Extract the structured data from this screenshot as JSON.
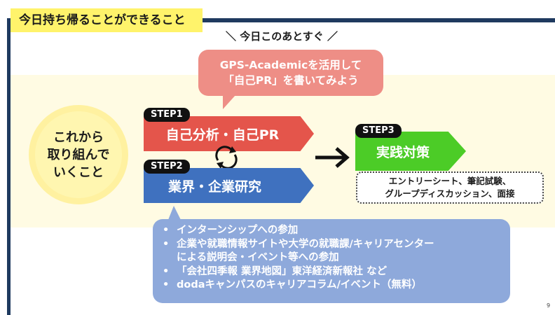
{
  "header": {
    "title": "今日持ち帰ることができること"
  },
  "subtitle": "＼ 今日このあとすぐ ／",
  "speech_bubble": "GPS-Academicを活用して\n「自己PR」を書いてみよう",
  "circle_text": "これから\n取り組んで\nいくこと",
  "steps": [
    {
      "label": "STEP1",
      "title": "自己分析・自己PR",
      "color": "#e4554b"
    },
    {
      "label": "STEP2",
      "title": "業界・企業研究",
      "color": "#3f71bf"
    },
    {
      "label": "STEP3",
      "title": "実践対策",
      "color": "#4ccc27"
    }
  ],
  "step3_detail": "エントリーシート、筆記試験、\nグループディスカッション、面接",
  "bullets": [
    "インターンシップへの参加",
    "企業や就職情報サイトや大学の就職課/キャリアセンター",
    "による説明会・イベント等への参加",
    "「会社四季報 業界地図」東洋経済新報社 など",
    "dodaキャンパスのキャリアコラム/イベント（無料）"
  ],
  "bullet_marks": [
    "•",
    "•",
    "",
    "•",
    "•"
  ],
  "page_number": "9",
  "icons": {
    "cycle": "cycle-arrows-icon",
    "arrow": "right-arrow-icon"
  },
  "colors": {
    "header_yellow": "#fff36b",
    "accent_navy": "#1f3a5f",
    "bubble_pink": "#ee8e86",
    "bullet_blue": "#8ea9db"
  }
}
